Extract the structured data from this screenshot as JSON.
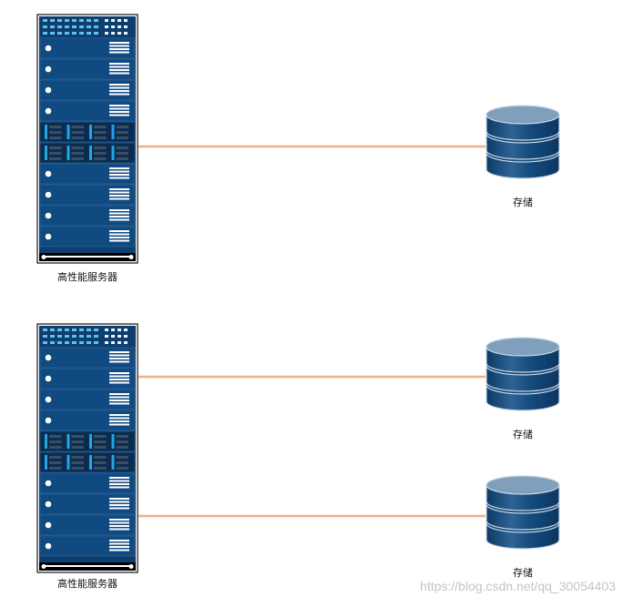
{
  "servers": [
    {
      "label": "高性能服务器"
    },
    {
      "label": "高性能服务器"
    }
  ],
  "storages": [
    {
      "label": "存储"
    },
    {
      "label": "存储"
    },
    {
      "label": "存储"
    }
  ],
  "watermark": "https://blog.csdn.net/qq_30054403",
  "colors": {
    "rack_blue": "#0f3e6e",
    "rack_slot": "#114a80",
    "drive_light": "#21a6e6",
    "connector": "#f0ae8c",
    "disk_top": "#7f9fbd",
    "disk_body": "#11416e"
  }
}
